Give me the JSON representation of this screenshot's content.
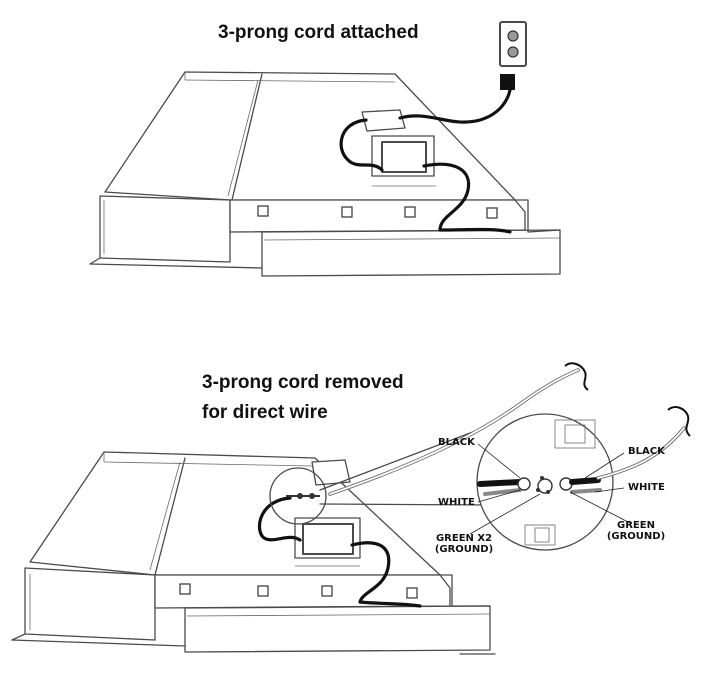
{
  "captions": {
    "top": "3-prong cord attached",
    "bottom_line1": "3-prong cord removed",
    "bottom_line2": "for direct wire"
  },
  "callouts": {
    "black_left": "BLACK",
    "white_left": "WHITE",
    "green_left_line1": "GREEN X2",
    "green_left_line2": "(GROUND)",
    "black_right": "BLACK",
    "white_right": "WHITE",
    "green_right_line1": "GREEN",
    "green_right_line2": "(GROUND)"
  },
  "colors": {
    "line": "#4a4a4a",
    "cord": "#111111",
    "wire": "#6d6d6d",
    "text": "#111111",
    "background": "#ffffff"
  }
}
